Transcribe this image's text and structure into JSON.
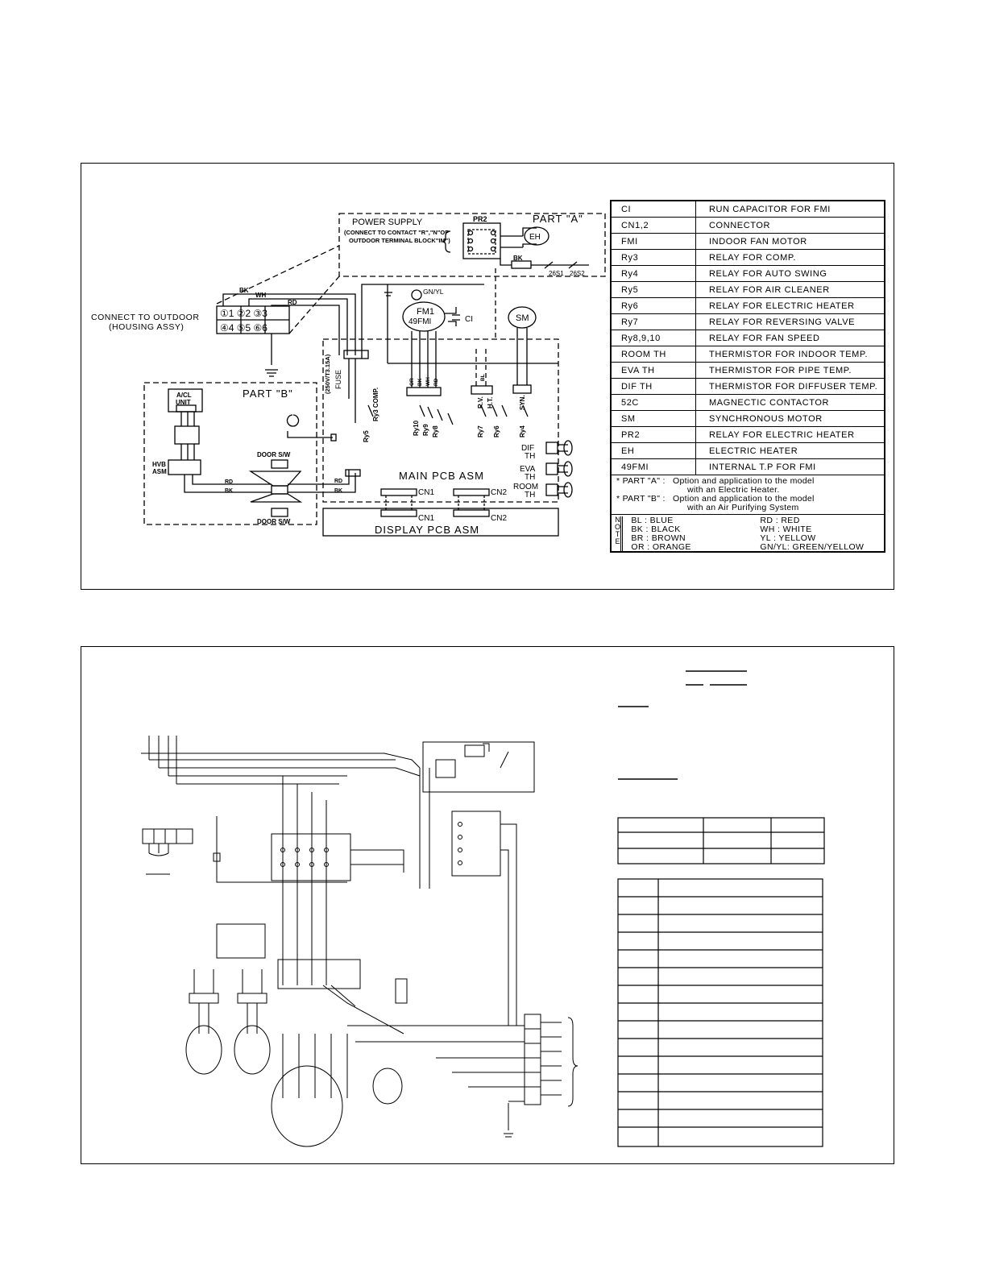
{
  "diagram_top": {
    "labels": {
      "power_supply": "POWER SUPPLY",
      "power_note_1": "(CONNECT TO CONTACT \"R\",\"N\"OF",
      "power_note_2": "OUTDOOR TERMINAL BLOCK\"IM\")",
      "pr2": "PR2",
      "part_a": "PART \"A\"",
      "eh": "EH",
      "bk_sw": "BK",
      "s26_1": "26S1",
      "s26_2": "26S2",
      "connect_outdoor_1": "CONNECT TO OUTDOOR",
      "connect_outdoor_2": "(HOUSING ASSY)",
      "terminal_top": "①1 ②2 ③3",
      "terminal_bottom": "④4 ⑤5 ⑥6",
      "bk": "BK",
      "wh": "WH",
      "rd": "RD",
      "gn_yl": "GN/YL",
      "fm1": "FM1",
      "fm1_tp": "49FMI",
      "c1": "CI",
      "sm": "SM",
      "fuse": "FUSE",
      "fuse_rating": "(250V/T3.15A)",
      "part_b": "PART \"B\"",
      "acl_unit_1": "A/CL",
      "acl_unit_2": "UNIT",
      "hvb_asm_1": "HVB",
      "hvb_asm_2": "ASM",
      "door_sw": "DOOR S/W",
      "ry3_comp": "Ry3 COMP.",
      "ry5": "Ry5",
      "ry10": "Ry10",
      "ry9": "Ry9",
      "ry8": "Ry8",
      "ry7": "Ry7",
      "ry6": "Ry6",
      "ry4": "Ry4",
      "rv": "R.V.",
      "ht": "H.T.",
      "syn": "SYN.",
      "dif_th_1": "DIF",
      "dif_th_2": "TH",
      "eva_th_1": "EVA",
      "eva_th_2": "TH",
      "room_th_1": "ROOM",
      "room_th_2": "TH",
      "main_pcb": "MAIN PCB ASM",
      "cn1": "CN1",
      "cn2": "CN2",
      "display_pcb": "DISPLAY PCB ASM",
      "wire_or": "OR",
      "wire_bk": "BK",
      "wire_wh": "WH",
      "wire_rd": "RD",
      "wire_bl": "BL"
    },
    "legend": [
      {
        "code": "CI",
        "desc": "RUN CAPACITOR FOR FMI"
      },
      {
        "code": "CN1,2",
        "desc": "CONNECTOR"
      },
      {
        "code": "FMI",
        "desc": "INDOOR FAN MOTOR"
      },
      {
        "code": "Ry3",
        "desc": "RELAY FOR COMP."
      },
      {
        "code": "Ry4",
        "desc": "RELAY FOR AUTO SWING"
      },
      {
        "code": "Ry5",
        "desc": "RELAY FOR AIR CLEANER"
      },
      {
        "code": "Ry6",
        "desc": "RELAY FOR ELECTRIC HEATER"
      },
      {
        "code": "Ry7",
        "desc": "RELAY FOR REVERSING VALVE"
      },
      {
        "code": "Ry8,9,10",
        "desc": "RELAY FOR FAN SPEED"
      },
      {
        "code": "ROOM TH",
        "desc": "THERMISTOR FOR INDOOR TEMP."
      },
      {
        "code": "EVA TH",
        "desc": "THERMISTOR FOR PIPE TEMP."
      },
      {
        "code": "DIF TH",
        "desc": "THERMISTOR FOR DIFFUSER TEMP."
      },
      {
        "code": "52C",
        "desc": "MAGNECTIC CONTACTOR"
      },
      {
        "code": "SM",
        "desc": "SYNCHRONOUS MOTOR"
      },
      {
        "code": "PR2",
        "desc": "RELAY FOR ELECTRIC HEATER"
      },
      {
        "code": "EH",
        "desc": "ELECTRIC HEATER"
      },
      {
        "code": "49FMI",
        "desc": "INTERNAL T.P FOR FMI"
      }
    ],
    "notes": [
      {
        "star": "* PART \"A\" :",
        "line1": "Option and application to the model",
        "line2": "with an Electric Heater."
      },
      {
        "star": "* PART \"B\" :",
        "line1": "Option and application to the model",
        "line2": "with an Air Purifying System"
      }
    ],
    "note_label": [
      "N",
      "O",
      "T",
      "E"
    ],
    "color_key": [
      "BL : BLUE",
      "RD : RED",
      "BK : BLACK",
      "WH : WHITE",
      "BR : BROWN",
      "YL : YELLOW",
      "OR : ORANGE",
      "GN/YL: GREEN/YELLOW"
    ]
  }
}
